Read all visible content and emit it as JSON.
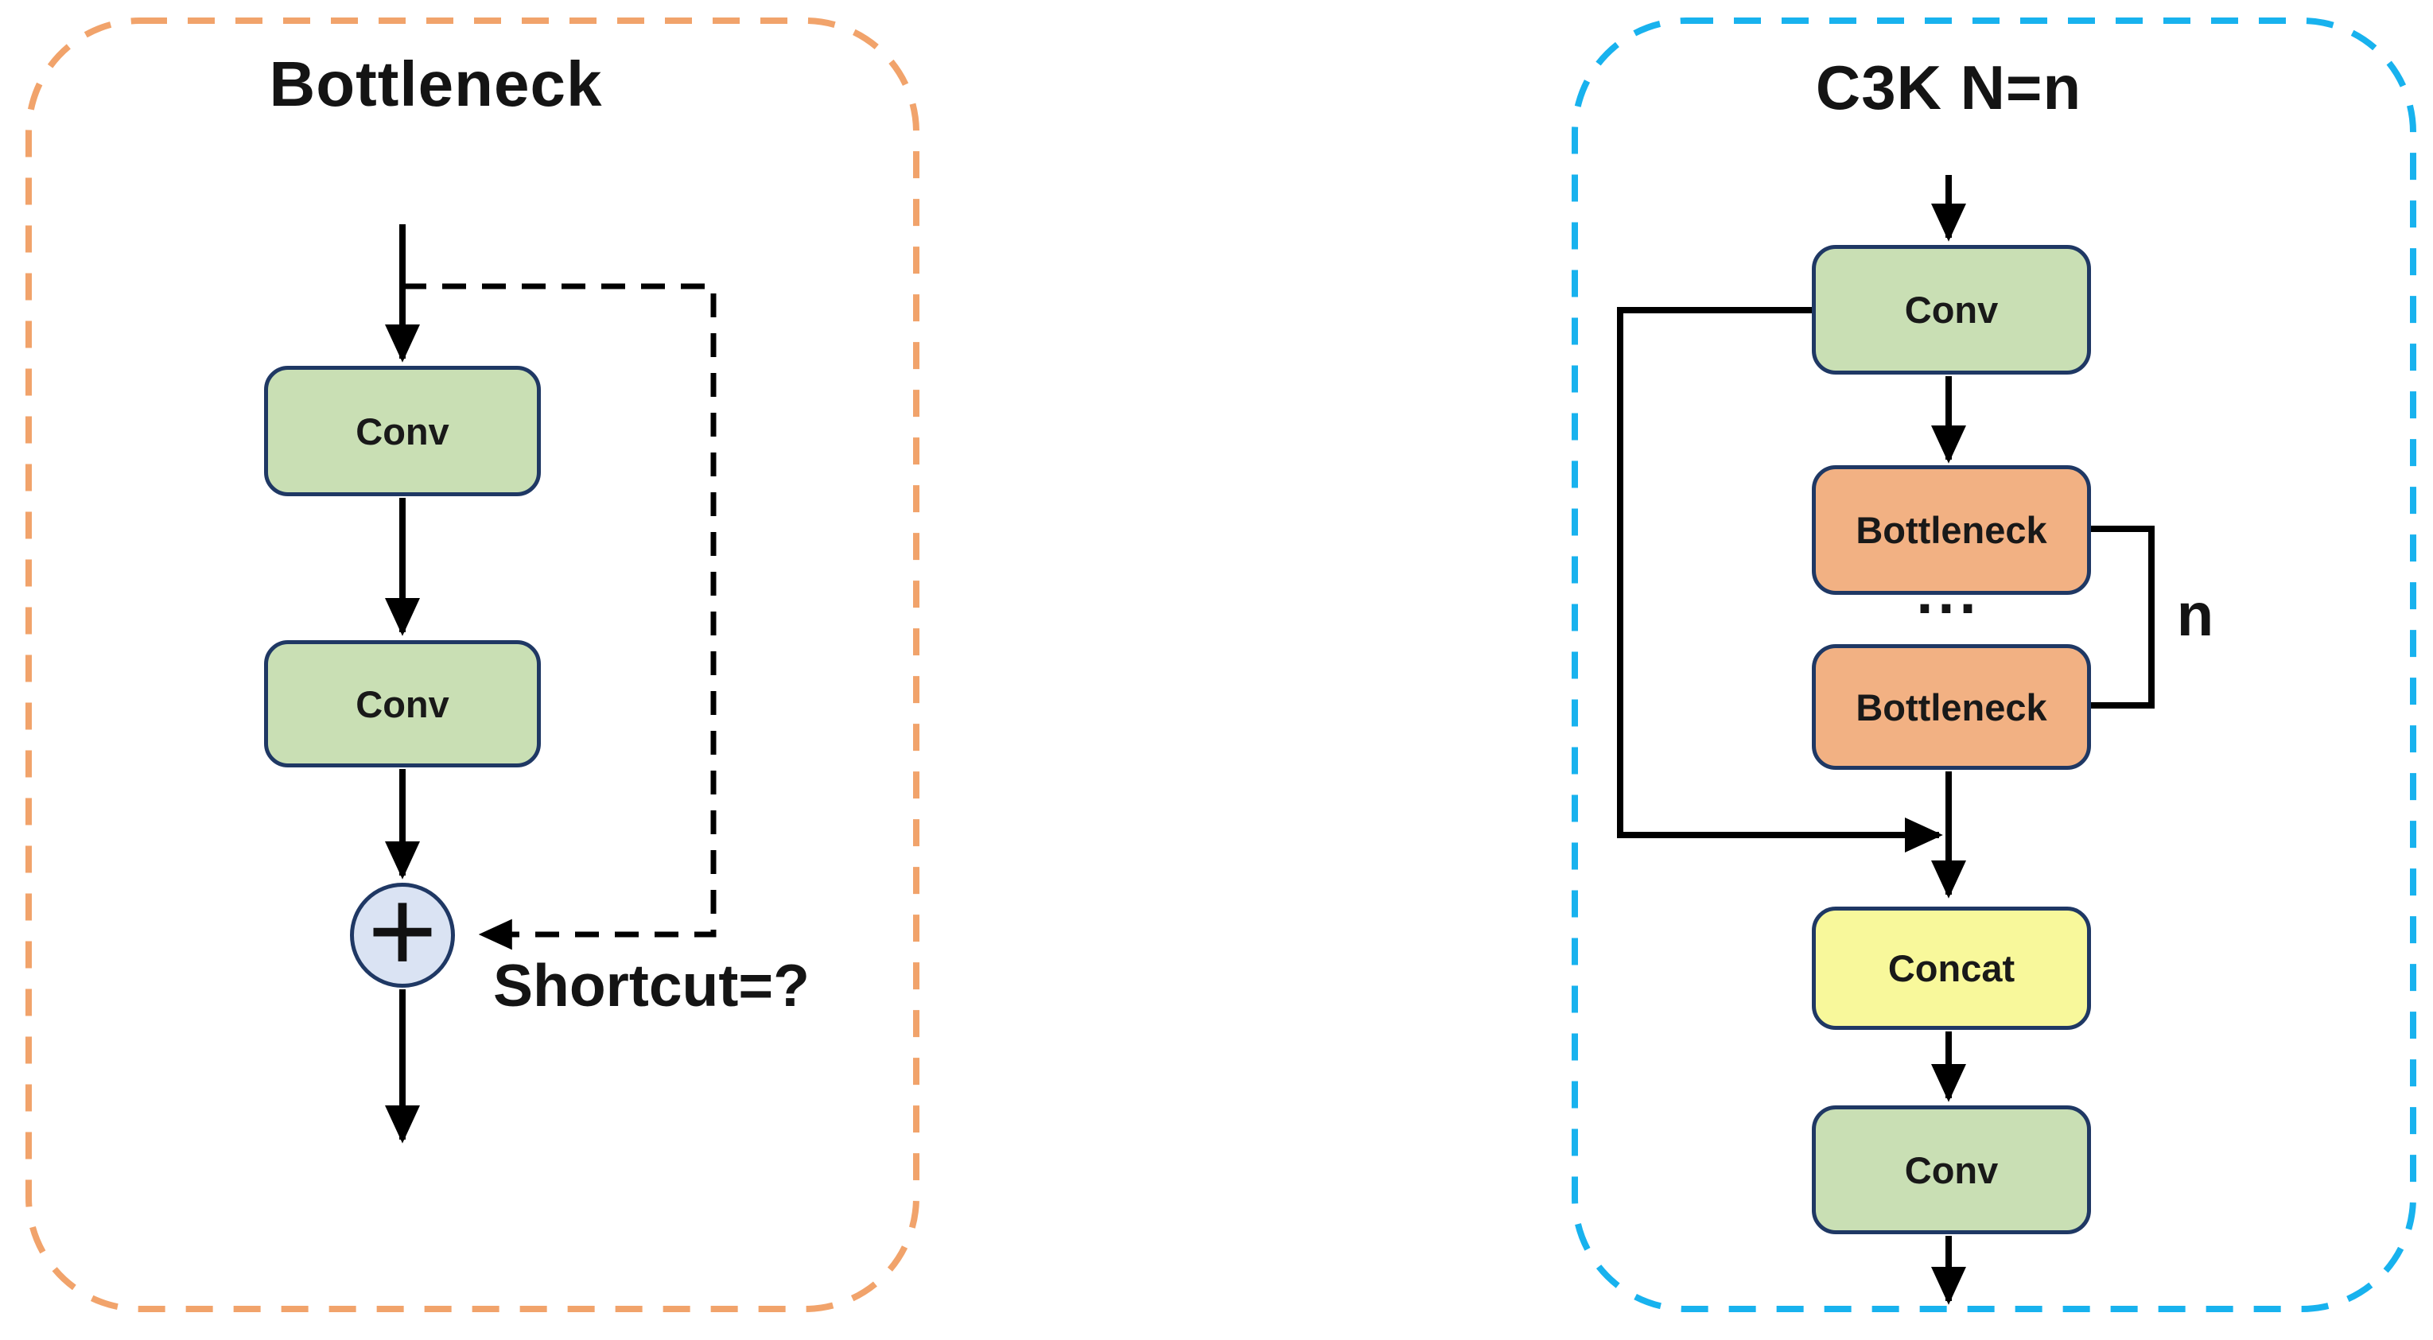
{
  "left_panel": {
    "title": "Bottleneck",
    "nodes": {
      "conv1": "Conv",
      "conv2": "Conv",
      "sum": "+"
    },
    "shortcut_label": "Shortcut=?"
  },
  "right_panel": {
    "title": "C3K N=n",
    "nodes": {
      "conv_in": "Conv",
      "bottleneck1": "Bottleneck",
      "ellipsis": "...",
      "bottleneck2": "Bottleneck",
      "concat": "Concat",
      "conv_out": "Conv"
    },
    "repeat_count_label": "n"
  },
  "colors": {
    "conv_fill": "#C9DFB4",
    "bottleneck_fill": "#F2B183",
    "concat_fill": "#F8F89B",
    "sum_fill": "#DAE3F3",
    "node_border": "#1F3864",
    "left_panel_border": "#F1A36B",
    "right_panel_border": "#18B2EE",
    "line_color": "#000000",
    "text_color": "#141414"
  }
}
